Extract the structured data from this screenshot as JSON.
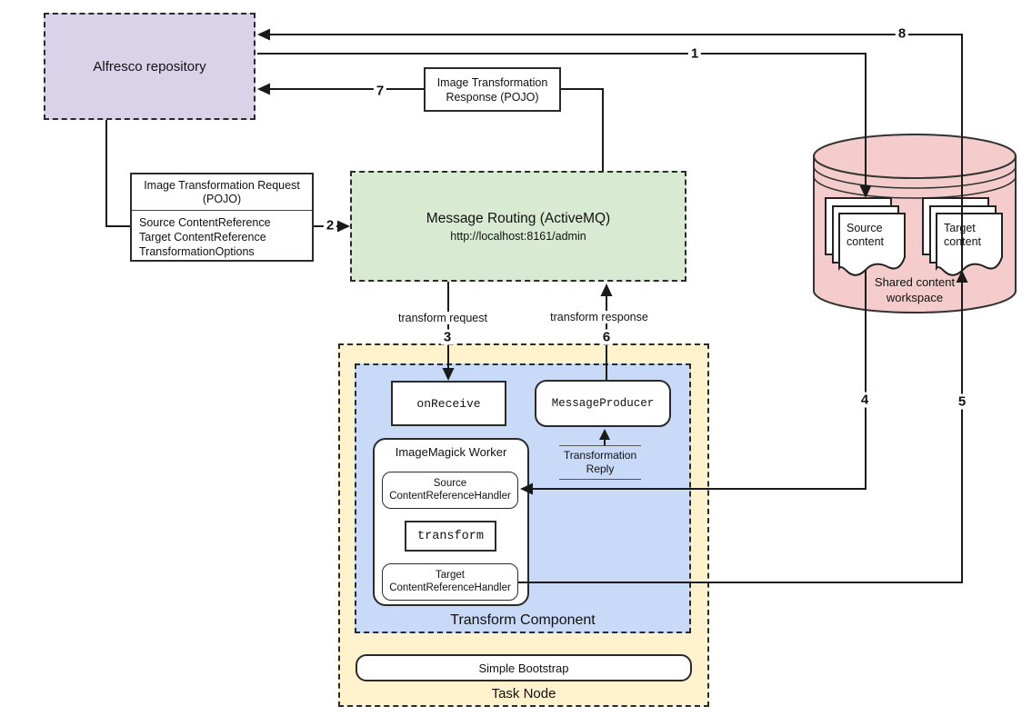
{
  "colors": {
    "purple": "#D9D2E9",
    "green": "#D9EAD3",
    "pink": "#F4CCCC",
    "yellow": "#FFF2CC",
    "blue": "#C9DAF8",
    "line": "#1a1a1a"
  },
  "alfresco": {
    "label": "Alfresco repository"
  },
  "response_box": {
    "line1": "Image Transformation",
    "line2": "Response (POJO)"
  },
  "request_box": {
    "title_line1": "Image Transformation Request",
    "title_line2": "(POJO)",
    "field1": "Source ContentReference",
    "field2": "Target ContentReference",
    "field3": "TransformationOptions"
  },
  "routing": {
    "title": "Message Routing (ActiveMQ)",
    "subtitle": "http://localhost:8161/admin"
  },
  "workspace": {
    "label_line1": "Shared content",
    "label_line2": "workspace",
    "source_doc_line1": "Source",
    "source_doc_line2": "content",
    "target_doc_line1": "Target",
    "target_doc_line2": "content"
  },
  "task_node": {
    "label": "Task Node",
    "bootstrap_label": "Simple Bootstrap"
  },
  "transform_component": {
    "label": "Transform Component",
    "on_receive": "onReceive",
    "message_producer": "MessageProducer",
    "worker_title": "ImageMagick Worker",
    "source_handler_line1": "Source",
    "source_handler_line2": "ContentReferenceHandler",
    "transform": "transform",
    "target_handler_line1": "Target",
    "target_handler_line2": "ContentReferenceHandler",
    "reply_line1": "Transformation",
    "reply_line2": "Reply"
  },
  "edges": {
    "n1": "1",
    "n2": "2",
    "n3": "3",
    "n4": "4",
    "n5": "5",
    "n6": "6",
    "n7": "7",
    "n8": "8",
    "transform_request": "transform request",
    "transform_response": "transform response"
  }
}
